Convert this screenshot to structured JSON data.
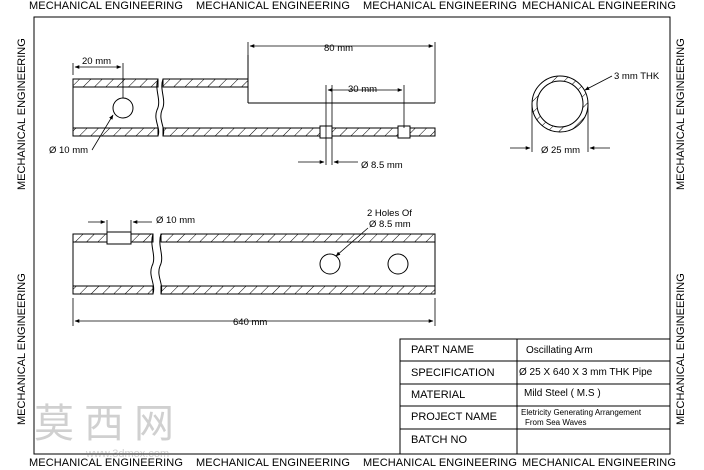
{
  "border_text": {
    "top": [
      "MECHANICAL ENGINEERING",
      "MECHANICAL ENGINEERING",
      "MECHANICAL ENGINEERING",
      "MECHANICAL ENGINEERING"
    ],
    "bottom": [
      "MECHANICAL ENGINEERING",
      "MECHANICAL ENGINEERING",
      "MECHANICAL ENGINEERING",
      "MECHANICAL ENGINEERING"
    ],
    "left": [
      "MECHANICAL ENGINEERING",
      "MECHANICAL ENGINEERING"
    ],
    "right": [
      "MECHANICAL ENGINEERING",
      "MECHANICAL ENGINEERING"
    ]
  },
  "dimensions": {
    "top_view": {
      "hole_offset": "20 mm",
      "section_length": "80 mm",
      "hole_spacing": "30 mm",
      "large_hole": "Ø 10 mm",
      "small_hole": "Ø 8.5 mm"
    },
    "end_view": {
      "thickness": "3 mm THK",
      "diameter": "Ø 25 mm"
    },
    "front_view": {
      "hole": "Ø 10 mm",
      "holes_note_line1": "2 Holes Of",
      "holes_note_line2": "Ø 8.5 mm",
      "overall_length": "640 mm"
    }
  },
  "title_block": {
    "rows": [
      {
        "label": "PART NAME",
        "value": "Oscillating Arm"
      },
      {
        "label": "SPECIFICATION",
        "value": "Ø 25 X 640 X 3 mm THK Pipe"
      },
      {
        "label": "MATERIAL",
        "value": "Mild Steel ( M.S )"
      },
      {
        "label": "PROJECT NAME",
        "value_line1": "Eletricity Generating Arrangement",
        "value_line2": "From Sea Waves"
      },
      {
        "label": "BATCH NO",
        "value": ""
      }
    ]
  },
  "watermark": {
    "text": "莫西网",
    "url": "www.3dmox.com"
  }
}
